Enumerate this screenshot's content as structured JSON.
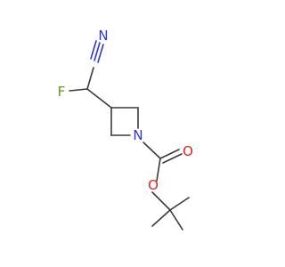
{
  "atoms": {
    "n_nitrile": {
      "symbol": "N",
      "color": "#2e35d8"
    },
    "c_nitrile": {
      "symbol": "C",
      "color": "#2e35d8"
    },
    "f": {
      "symbol": "F",
      "color": "#5a9a1f"
    },
    "n_azetidine": {
      "symbol": "N",
      "color": "#2e35d8"
    },
    "o_carbonyl": {
      "symbol": "O",
      "color": "#e2231a"
    },
    "o_ester": {
      "symbol": "O",
      "color": "#e2231a"
    }
  },
  "bond_color": "#3a3a3a"
}
